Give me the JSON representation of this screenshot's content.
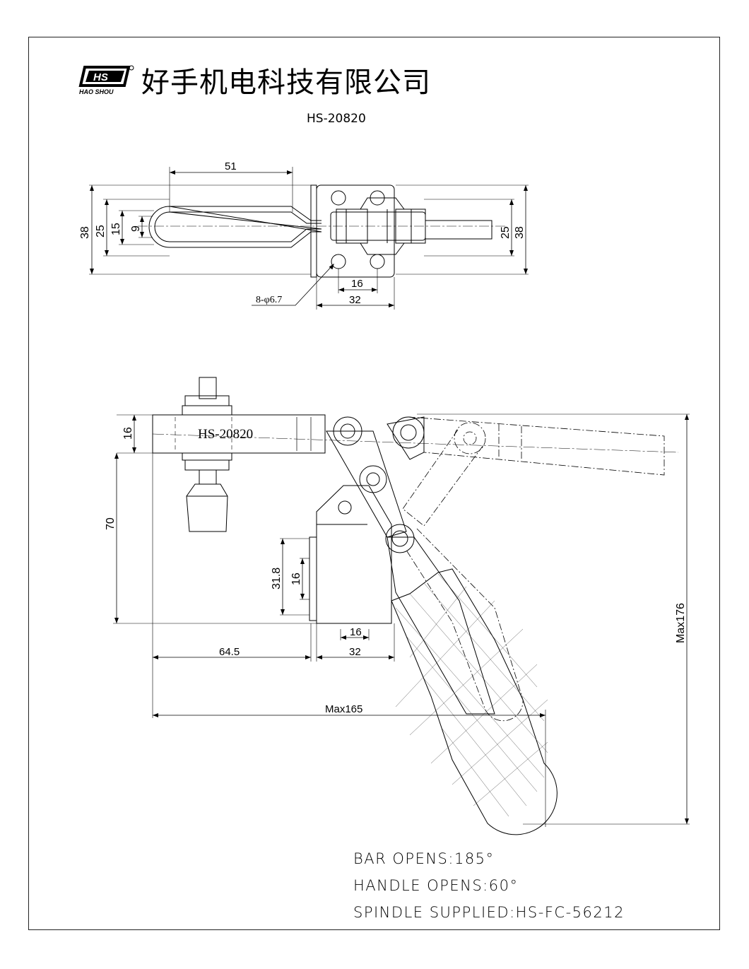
{
  "header": {
    "logo_text": "HS",
    "logo_caption": "HAO SHOU",
    "company_name": "好手机电科技有限公司",
    "model_number": "HS-20820"
  },
  "top_view": {
    "dim_length_51": "51",
    "dim_left_38": "38",
    "dim_left_25": "25",
    "dim_left_15": "15",
    "dim_left_9": "9",
    "dim_right_25": "25",
    "dim_right_38": "38",
    "dim_hole_spacing": "16",
    "dim_base_width": "32",
    "hole_callout": "8-φ6.7"
  },
  "side_view": {
    "arm_label": "HS-20820",
    "dim_arm_16": "16",
    "dim_height_70": "70",
    "dim_31_8": "31.8",
    "dim_16_vert": "16",
    "dim_64_5": "64.5",
    "dim_base_16": "16",
    "dim_base_32": "32",
    "dim_max165": "Max165",
    "dim_max176": "Max176"
  },
  "notes": {
    "bar_opens": "BAR OPENS:185°",
    "handle_opens": "HANDLE OPENS:60°",
    "spindle": "SPINDLE SUPPLIED:HS-FC-56212"
  }
}
